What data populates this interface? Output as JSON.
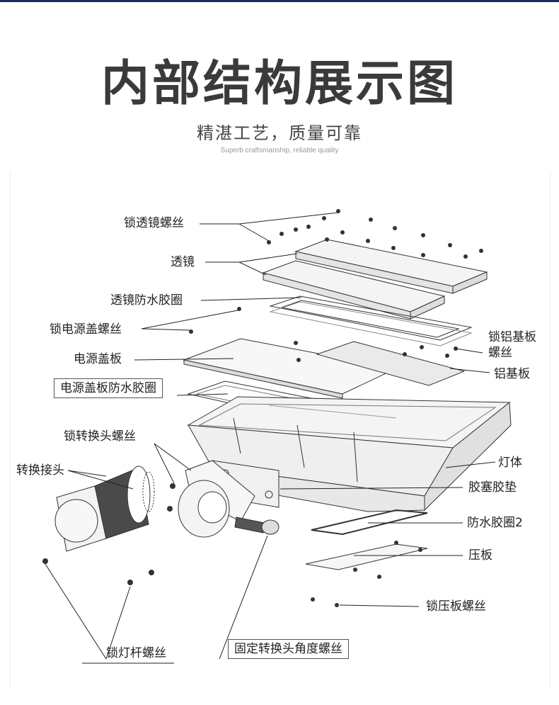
{
  "header": {
    "title": "内部结构展示图",
    "subtitle": "精湛工艺，质量可靠",
    "subtitle_en": "Superb craftsmanship, reliable quality"
  },
  "labels": {
    "lens_screws": "锁透镜螺丝",
    "lens": "透镜",
    "lens_gasket": "透镜防水胶圈",
    "power_cover_screws": "锁电源盖螺丝",
    "power_cover": "电源盖板",
    "power_cover_gasket": "电源盖板防水胶圈",
    "adapter_screws": "锁转换头螺丝",
    "adapter": "转换接头",
    "pole_screws": "锁灯杆螺丝",
    "angle_screw": "固定转换头角度螺丝",
    "aluminum_board_screws_line1": "锁铝基板",
    "aluminum_board_screws_line2": "螺丝",
    "aluminum_board": "铝基板",
    "lamp_body": "灯体",
    "plug_gasket": "胶塞胶垫",
    "gasket_2": "防水胶圈2",
    "pressure_plate": "压板",
    "pressure_plate_screws": "锁压板螺丝"
  },
  "colors": {
    "title": "#3a3a3a",
    "text": "#222222",
    "line": "#333333",
    "part_fill": "#f2f2f2",
    "dark_fill": "#4a4a4a"
  }
}
